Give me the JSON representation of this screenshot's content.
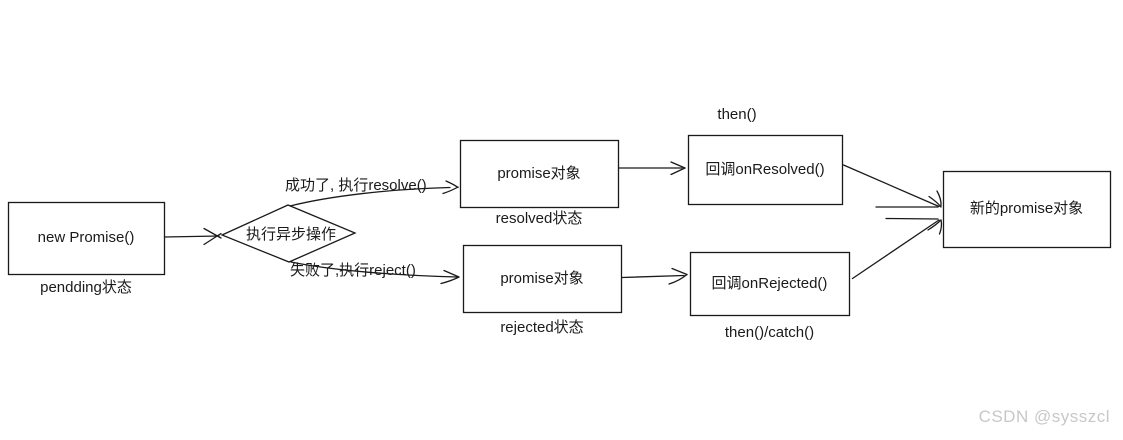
{
  "diagram": {
    "nodes": {
      "new_promise": {
        "label": "new Promise()",
        "status": "pendding状态"
      },
      "async_op": {
        "label": "执行异步操作"
      },
      "promise_resolved": {
        "label": "promise对象",
        "status": "resolved状态"
      },
      "promise_rejected": {
        "label": "promise对象",
        "status": "rejected状态"
      },
      "on_resolved": {
        "label": "回调onResolved()",
        "caption": "then()"
      },
      "on_rejected": {
        "label": "回调onRejected()",
        "caption": "then()/catch()"
      },
      "new_promise_obj": {
        "label": "新的promise对象"
      }
    },
    "edges": {
      "resolve_label": "成功了, 执行resolve()",
      "reject_label": "失败了,执行reject()"
    },
    "colors": {
      "line": "#1a1a1a",
      "background": "#ffffff",
      "watermark_text": "#c8c8c8"
    }
  },
  "watermark": {
    "text": "CSDN @sysszcl"
  }
}
